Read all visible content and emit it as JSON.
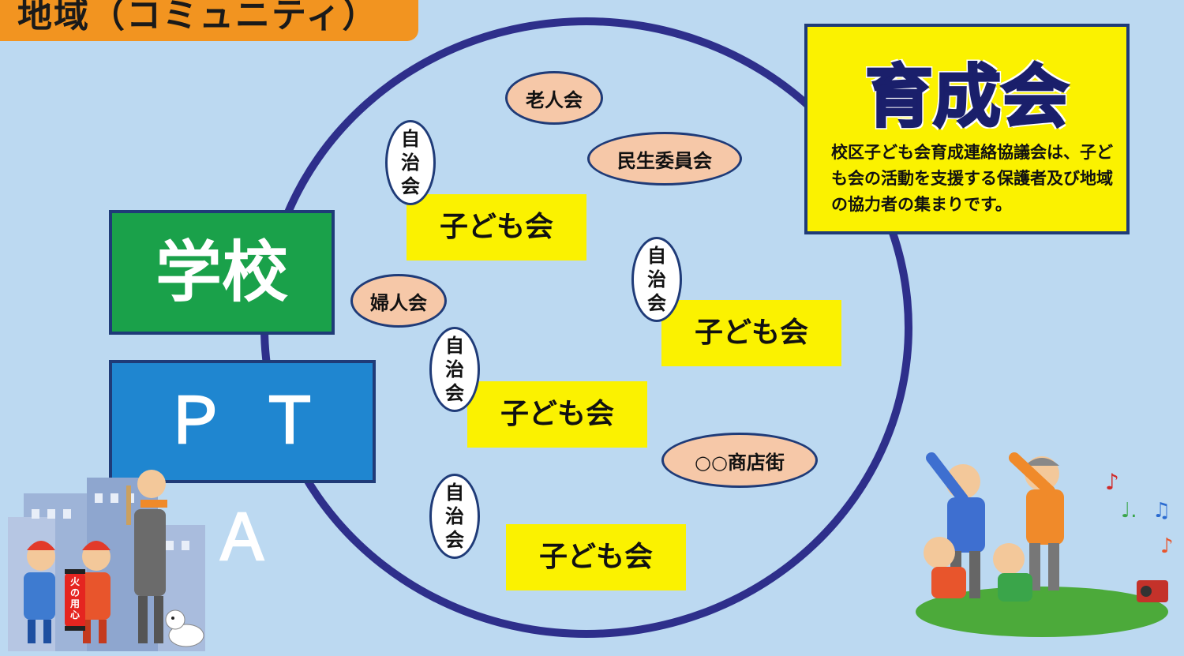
{
  "area_label": "地域（コミュニティ）",
  "school_label": "学校",
  "pta_label": "ＰＴＡ",
  "ikusei": {
    "title": "育成会",
    "description": "校区子ども会育成連絡協議会は、子ども会の活動を支援する保護者及び地域の協力者の集まりです。"
  },
  "kodomo_label": "子ども会",
  "jichi_chars": [
    "自",
    "治",
    "会"
  ],
  "orgs": {
    "rojinkai": "老人会",
    "minsei": "民生委員会",
    "fujinkai": "婦人会",
    "shotengai": "○○商店街"
  },
  "lantern_text": "火の用心",
  "colors": {
    "background": "#bcd9f1",
    "circle": "#2e2f8b",
    "area_label": "#f29420",
    "school": "#1aa14a",
    "pta": "#1f86d0",
    "ikusei": "#fbf200",
    "kodomo": "#fbf200",
    "org_ellipse": "#f6c8a8"
  }
}
